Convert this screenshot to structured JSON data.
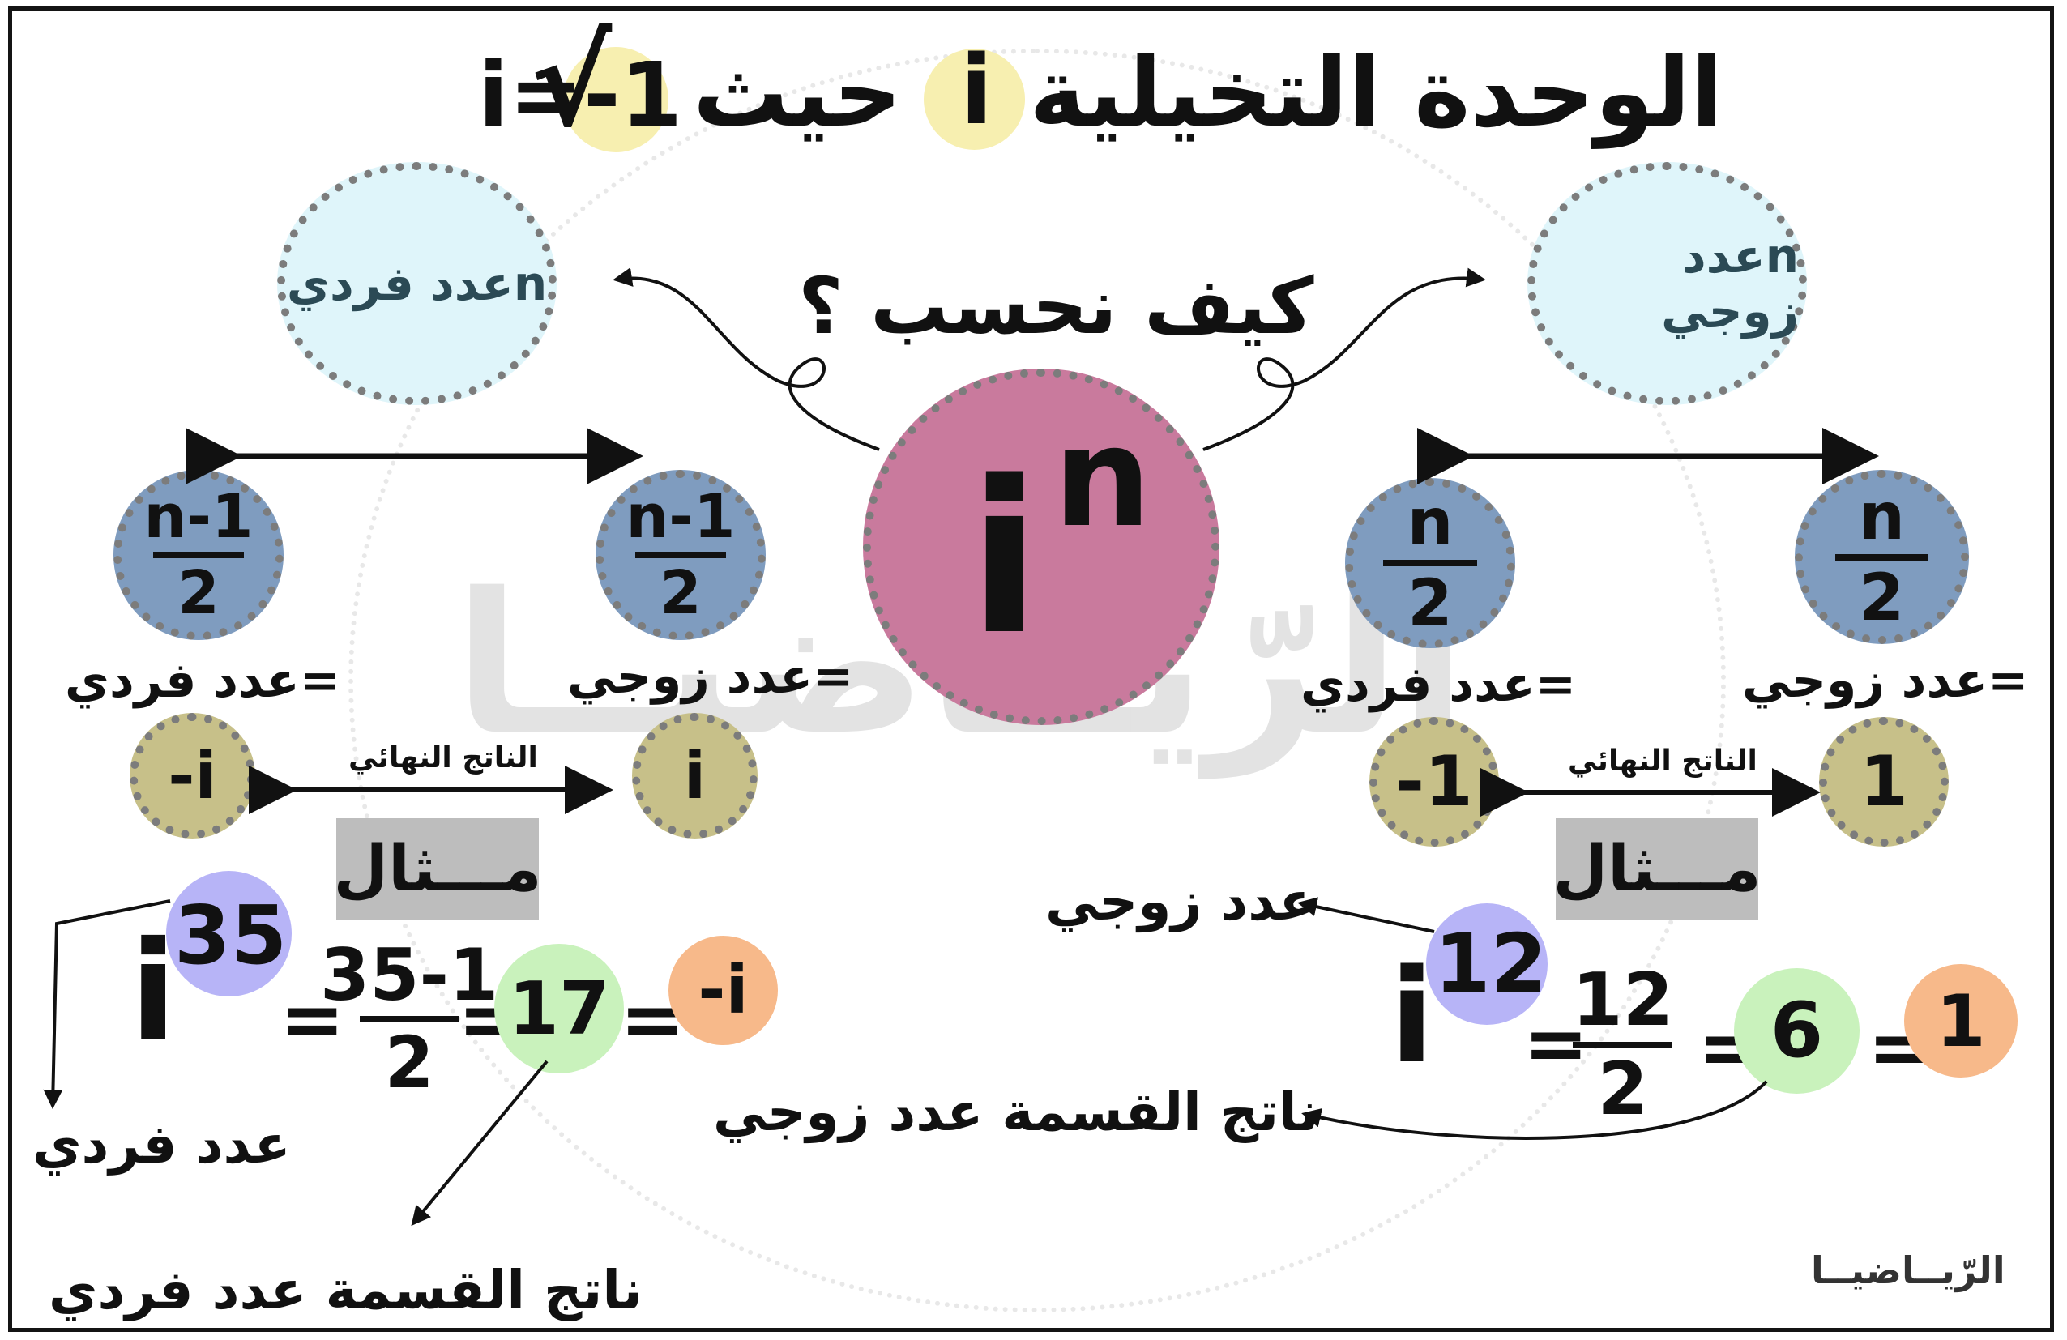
{
  "title": {
    "text": "الوحدة التخيلية",
    "where_word": "حيث",
    "i_symbol": "i",
    "formula_lhs": "i=",
    "radical": "√",
    "radicand": "-1"
  },
  "center": {
    "question": "كيف نحسب ؟",
    "base": "i",
    "exponent": "n"
  },
  "left": {
    "n_label": "n",
    "case_label": "عدد فردي",
    "fraction_num": "n-1",
    "fraction_den": "2",
    "result_odd_label": "=عدد فردي",
    "result_even_label": "=عدد زوجي",
    "result_odd_value": "-i",
    "result_even_value": "i",
    "final_result_label": "الناتج النهائي",
    "example_label": "مـــثال",
    "example": {
      "base": "i",
      "exponent": "35",
      "frac_num": "35-1",
      "frac_den": "2",
      "quotient": "17",
      "result": "-i",
      "equals": "=",
      "exponent_note": "عدد فردي",
      "quotient_note": "ناتج القسمة عدد فردي"
    }
  },
  "right": {
    "n_label": "n",
    "case_label": "عدد زوجي",
    "fraction_num": "n",
    "fraction_den": "2",
    "result_odd_label": "=عدد فردي",
    "result_even_label": "=عدد زوجي",
    "result_odd_value": "-1",
    "result_even_value": "1",
    "final_result_label": "الناتج النهائي",
    "example_label": "مـــثال",
    "example": {
      "base": "i",
      "exponent": "12",
      "frac_num": "12",
      "frac_den": "2",
      "quotient": "6",
      "result": "1",
      "equals": "=",
      "exponent_note": "عدد زوجي",
      "quotient_note": "ناتج القسمة عدد زوجي"
    }
  },
  "brand": {
    "logo_text": "الرّيــاضيــا",
    "watermark_text": "الرّيــاضيــا"
  },
  "colors": {
    "yellow_highlight": "#f7efb0",
    "light_cyan": "#dff5fa",
    "steel_blue": "#7f9cbf",
    "olive": "#c7c089",
    "magenta": "#c97a9d",
    "lavender": "#b7b4f7",
    "light_green": "#c9f2bc",
    "peach": "#f7b98a",
    "gray_box": "#bdbdbd"
  }
}
